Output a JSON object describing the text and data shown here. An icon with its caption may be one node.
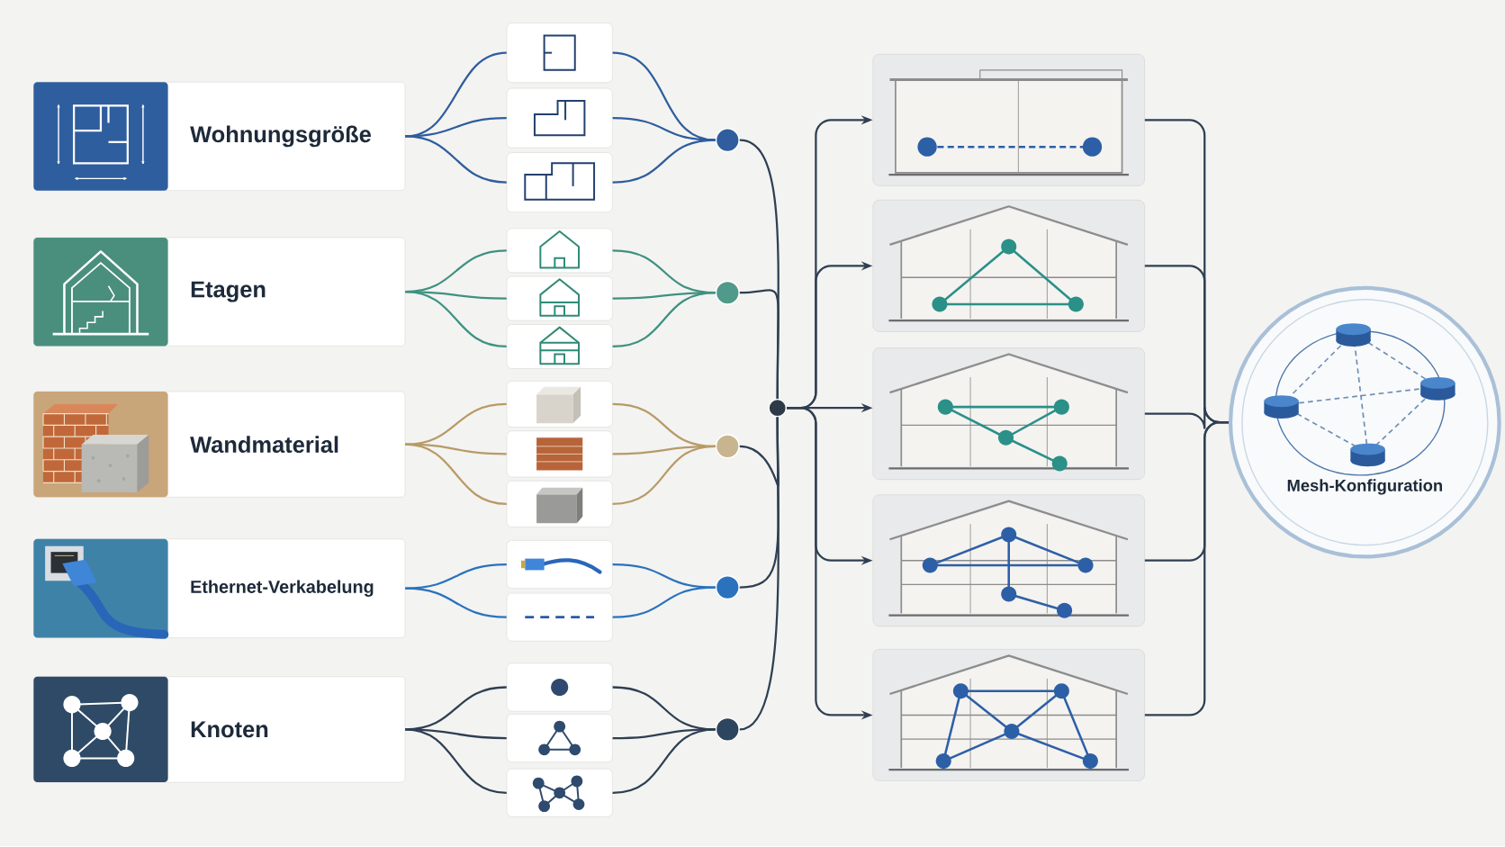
{
  "diagram": {
    "nodes": [
      {
        "text": [
          "Wohnungsgröße"
        ]
      },
      {
        "text": [
          "Etagen"
        ]
      },
      {
        "text": [
          "Wandmaterial"
        ]
      },
      {
        "text": [
          "Ethernet-Verkabelung"
        ]
      },
      {
        "text": [
          "Knoten"
        ]
      },
      {
        "text": [],
        "shape": "box"
      },
      {
        "text": [],
        "shape": "box"
      },
      {
        "text": [],
        "shape": "box"
      },
      {
        "text": [],
        "shape": "box"
      },
      {
        "text": [],
        "shape": "box"
      },
      {
        "text": [],
        "shape": "box"
      },
      {
        "text": [],
        "shape": "box"
      },
      {
        "text": [],
        "shape": "box"
      },
      {
        "text": [],
        "shape": "box"
      },
      {
        "text": [],
        "shape": "box"
      },
      {
        "text": [],
        "shape": "box"
      },
      {
        "text": [],
        "shape": "box"
      },
      {
        "text": [],
        "shape": "box"
      },
      {
        "text": [],
        "shape": "box"
      },
      {
        "text": [],
        "shape": "circle"
      },
      {
        "text": [],
        "shape": "circle"
      },
      {
        "text": [],
        "shape": "circle"
      },
      {
        "text": [],
        "shape": "circle"
      },
      {
        "text": [],
        "shape": "circle"
      },
      {
        "text": [],
        "shape": "circle"
      },
      {
        "text": [],
        "shape": "picture"
      },
      {
        "text": [],
        "shape": "picture"
      },
      {
        "text": [],
        "shape": "picture"
      },
      {
        "text": [],
        "shape": "picture"
      },
      {
        "text": [],
        "shape": "picture"
      },
      {
        "text": [
          "Mesh-Konfiguration"
        ]
      }
    ],
    "edges": [
      {
        "from": 0,
        "to": 5,
        "arrow": "none",
        "color": "#2f5d9e"
      },
      {
        "from": 0,
        "to": 6,
        "arrow": "none",
        "color": "#2f5d9e"
      },
      {
        "from": 0,
        "to": 7,
        "arrow": "none",
        "color": "#2f5d9e"
      },
      {
        "from": 5,
        "to": 19,
        "arrow": "none",
        "color": "#2f5d9e"
      },
      {
        "from": 6,
        "to": 19,
        "arrow": "none",
        "color": "#2f5d9e"
      },
      {
        "from": 7,
        "to": 19,
        "arrow": "none",
        "color": "#2f5d9e"
      },
      {
        "from": 1,
        "to": 8,
        "arrow": "none",
        "color": "#3f9180"
      },
      {
        "from": 1,
        "to": 9,
        "arrow": "none",
        "color": "#3f9180"
      },
      {
        "from": 1,
        "to": 10,
        "arrow": "none",
        "color": "#3f9180"
      },
      {
        "from": 8,
        "to": 20,
        "arrow": "none",
        "color": "#3f9180"
      },
      {
        "from": 9,
        "to": 20,
        "arrow": "none",
        "color": "#3f9180"
      },
      {
        "from": 10,
        "to": 20,
        "arrow": "none",
        "color": "#3f9180"
      },
      {
        "from": 2,
        "to": 11,
        "arrow": "none",
        "color": "#b89a68"
      },
      {
        "from": 2,
        "to": 12,
        "arrow": "none",
        "color": "#b89a68"
      },
      {
        "from": 2,
        "to": 13,
        "arrow": "none",
        "color": "#b89a68"
      },
      {
        "from": 11,
        "to": 21,
        "arrow": "none",
        "color": "#b89a68"
      },
      {
        "from": 12,
        "to": 21,
        "arrow": "none",
        "color": "#b89a68"
      },
      {
        "from": 13,
        "to": 21,
        "arrow": "none",
        "color": "#b89a68"
      },
      {
        "from": 3,
        "to": 14,
        "arrow": "none",
        "color": "#2a72bd"
      },
      {
        "from": 3,
        "to": 15,
        "arrow": "none",
        "color": "#2a72bd"
      },
      {
        "from": 14,
        "to": 22,
        "arrow": "none",
        "color": "#2a72bd"
      },
      {
        "from": 15,
        "to": 22,
        "arrow": "none",
        "color": "#2a72bd"
      },
      {
        "from": 4,
        "to": 16,
        "arrow": "none"
      },
      {
        "from": 4,
        "to": 17,
        "arrow": "none"
      },
      {
        "from": 4,
        "to": 18,
        "arrow": "none"
      },
      {
        "from": 16,
        "to": 23,
        "arrow": "none"
      },
      {
        "from": 17,
        "to": 23,
        "arrow": "none"
      },
      {
        "from": 18,
        "to": 23,
        "arrow": "none"
      },
      {
        "from": 19,
        "to": 24,
        "arrow": "none"
      },
      {
        "from": 20,
        "to": 24,
        "arrow": "none"
      },
      {
        "from": 21,
        "to": 24,
        "arrow": "none"
      },
      {
        "from": 22,
        "to": 24,
        "arrow": "none"
      },
      {
        "from": 23,
        "to": 24,
        "arrow": "none"
      },
      {
        "from": 24,
        "to": 25,
        "arrow": "to"
      },
      {
        "from": 24,
        "to": 26,
        "arrow": "to"
      },
      {
        "from": 24,
        "to": 27,
        "arrow": "to"
      },
      {
        "from": 24,
        "to": 28,
        "arrow": "to"
      },
      {
        "from": 24,
        "to": 29,
        "arrow": "to"
      },
      {
        "from": 25,
        "to": 30,
        "arrow": "none"
      },
      {
        "from": 26,
        "to": 30,
        "arrow": "none"
      },
      {
        "from": 27,
        "to": 30,
        "arrow": "none"
      },
      {
        "from": 28,
        "to": 30,
        "arrow": "none"
      },
      {
        "from": 29,
        "to": 30,
        "arrow": "none"
      }
    ]
  }
}
